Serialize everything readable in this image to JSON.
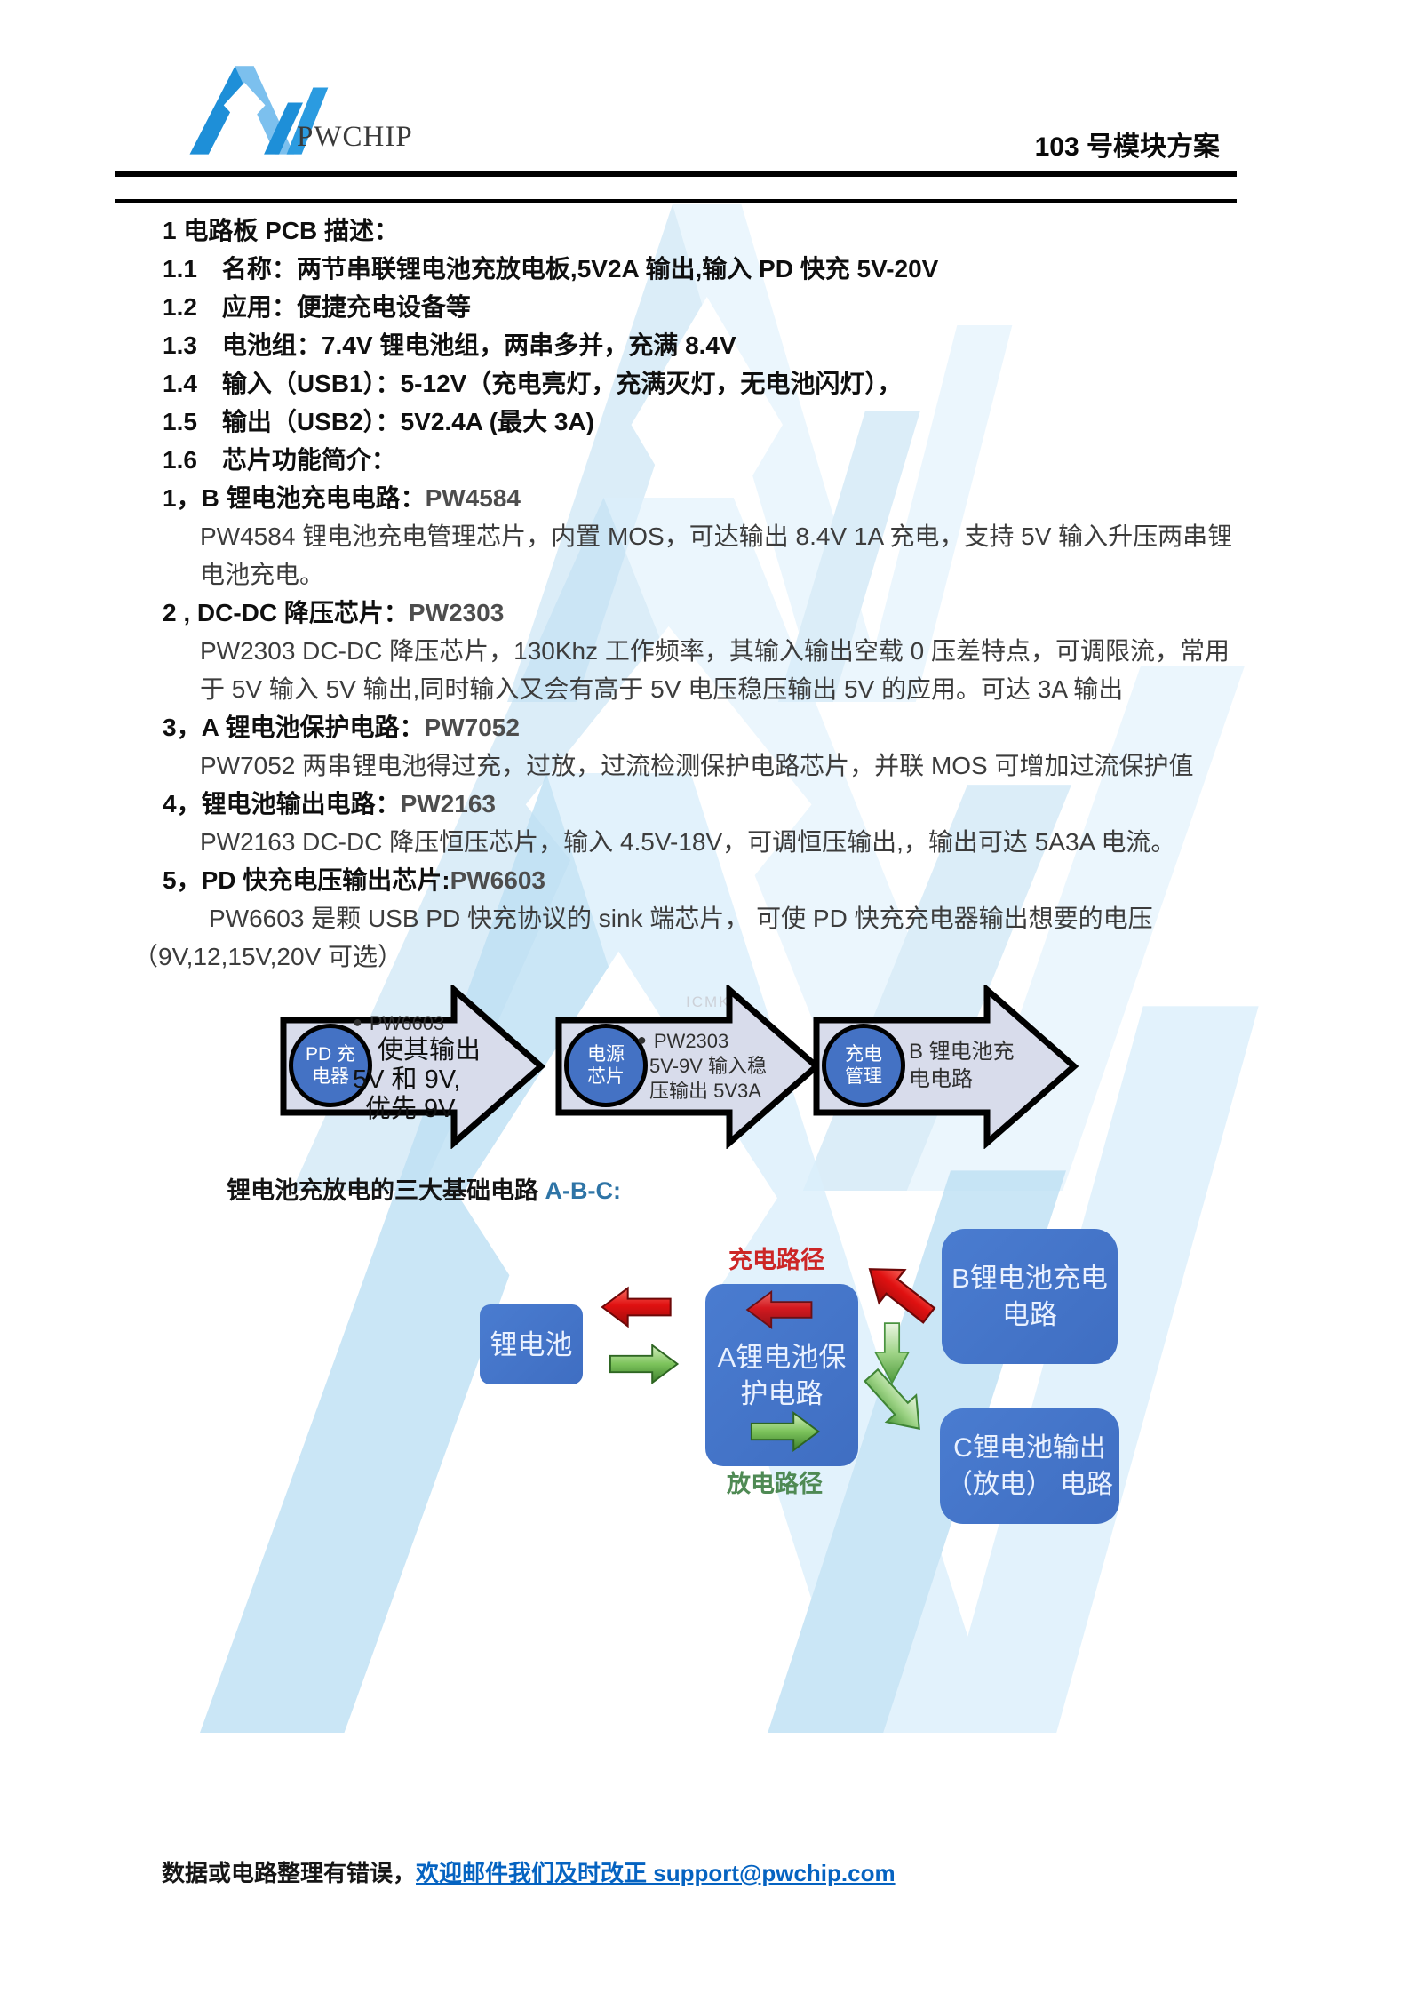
{
  "header": {
    "brand": "PWCHIP",
    "title": "103 号模块方案"
  },
  "intro": [
    "1 电路板 PCB 描述：",
    "1.1　名称：两节串联锂电池充放电板,5V2A 输出,输入 PD 快充 5V-20V",
    "1.2　应用：便捷充电设备等",
    "1.3　电池组：7.4V 锂电池组，两串多并，充满 8.4V",
    "1.4　输入（USB1）：5-12V（充电亮灯，充满灭灯，无电池闪灯），",
    "1.5　输出（USB2）：5V2.4A (最大 3A)",
    "1.6　芯片功能简介："
  ],
  "sections": [
    {
      "title": "1，B 锂电池充电电路：",
      "chip": "PW4584",
      "body": [
        "PW4584 锂电池充电管理芯片，内置 MOS，可达输出 8.4V 1A 充电，支持 5V 输入升压两串锂",
        "电池充电。"
      ]
    },
    {
      "title": "2 , DC-DC 降压芯片：",
      "chip": "PW2303",
      "body": [
        "PW2303 DC-DC 降压芯片，130Khz 工作频率，其输入输出空载 0 压差特点，可调限流，常用",
        "于 5V 输入 5V 输出,同时输入又会有高于 5V 电压稳压输出 5V 的应用。可达 3A 输出"
      ]
    },
    {
      "title": "3，A 锂电池保护电路：",
      "chip": "PW7052",
      "body": [
        "PW7052 两串锂电池得过充，过放，过流检测保护电路芯片，并联 MOS 可增加过流保护值"
      ]
    },
    {
      "title": "4，锂电池输出电路：",
      "chip": "PW2163",
      "body": [
        "PW2163 DC-DC 降压恒压芯片，输入 4.5V-18V，可调恒压输出,，输出可达 5A3A 电流。"
      ]
    },
    {
      "title": "5，PD 快充电压输出芯片:",
      "chip": "PW6603",
      "body": [
        "PW6603 是颗 USB PD 快充协议的 sink 端芯片， 可使 PD 快充充电器输出想要的电压",
        "（9V,12,15V,20V 可选）"
      ]
    }
  ],
  "flow": {
    "steps": [
      {
        "circle": [
          "PD 充",
          "电器"
        ],
        "bullet": "PW6603",
        "lines": [
          "使其输出",
          "5V 和 9V,",
          "优先 9V"
        ]
      },
      {
        "circle": [
          "电源",
          "芯片"
        ],
        "bullet": "PW2303",
        "lines": [
          "5V-9V 输入稳",
          "压输出 5V3A"
        ]
      },
      {
        "circle": [
          "充电",
          "管理"
        ],
        "bullet": "",
        "lines": [
          "B 锂电池充",
          "电电路"
        ]
      }
    ]
  },
  "caption": {
    "text": "锂电池充放电的三大基础电路 ",
    "abc": "A-B-C:"
  },
  "block_diagram": {
    "charge_label": "充电路径",
    "discharge_label": "放电路径",
    "battery": "锂电池",
    "protect": [
      "A锂电池保",
      "护电路"
    ],
    "charge_circuit": [
      "B锂电池充电",
      "电路"
    ],
    "output_circuit": [
      "C锂电池输出",
      "（放电） 电路"
    ]
  },
  "watermark": {
    "text": "ICMKW"
  },
  "footer": {
    "prefix": "数据或电路整理有错误，",
    "link": "欢迎邮件我们及时改正 support@pwchip.com"
  },
  "colors": {
    "box_blue": "#4472C4",
    "arrow_fill": "#D8DCEB",
    "red": "#E01111",
    "green": "#7CC35B",
    "link_blue": "#0563C1",
    "watermark_blue": "#BEE0F4"
  }
}
